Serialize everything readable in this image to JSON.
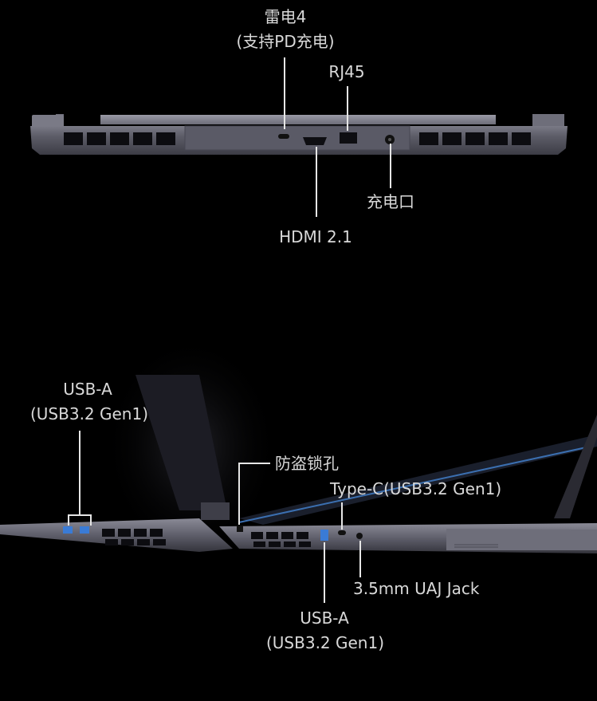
{
  "rear_view": {
    "thunderbolt": {
      "title": "雷电4",
      "sub": "(支持PD充电)"
    },
    "rj45": "RJ45",
    "power": "充电口",
    "hdmi": "HDMI 2.1"
  },
  "side_view": {
    "usb_a_left": {
      "title": "USB-A",
      "sub": "(USB3.2 Gen1)"
    },
    "lock": "防盗锁孔",
    "typec": "Type-C(USB3.2 Gen1)",
    "audio": "3.5mm UAJ Jack",
    "usb_a_right": {
      "title": "USB-A",
      "sub": "(USB3.2 Gen1)"
    }
  },
  "colors": {
    "background": "#000000",
    "chassis": "#55555f",
    "port_blue": "#3a7bd5",
    "label_text": "#d9d9d9"
  }
}
